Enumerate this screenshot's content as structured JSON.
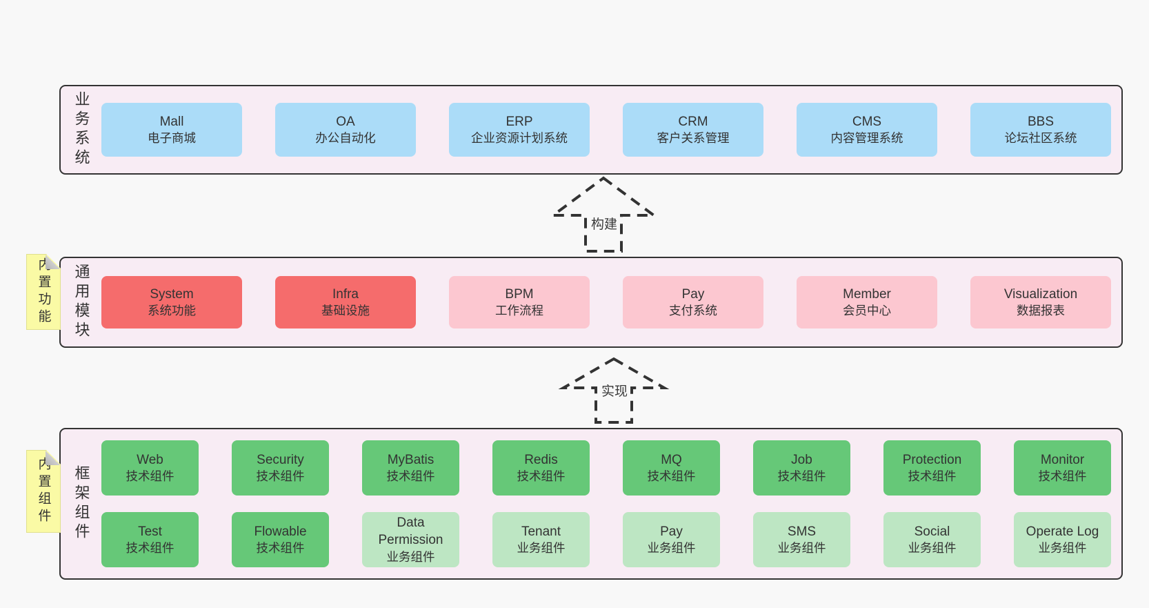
{
  "sections": {
    "business": {
      "label": "业务系统",
      "boxes": [
        {
          "name": "Mall",
          "desc": "电子商城"
        },
        {
          "name": "OA",
          "desc": "办公自动化"
        },
        {
          "name": "ERP",
          "desc": "企业资源计划系统"
        },
        {
          "name": "CRM",
          "desc": "客户关系管理"
        },
        {
          "name": "CMS",
          "desc": "内容管理系统"
        },
        {
          "name": "BBS",
          "desc": "论坛社区系统"
        }
      ]
    },
    "modules": {
      "label": "通用模块",
      "sticky": "内置功能",
      "boxes": [
        {
          "name": "System",
          "desc": "系统功能"
        },
        {
          "name": "Infra",
          "desc": "基础设施"
        },
        {
          "name": "BPM",
          "desc": "工作流程"
        },
        {
          "name": "Pay",
          "desc": "支付系统"
        },
        {
          "name": "Member",
          "desc": "会员中心"
        },
        {
          "name": "Visualization",
          "desc": "数据报表"
        }
      ]
    },
    "framework": {
      "label": "框架组件",
      "sticky": "内置组件",
      "rows": [
        [
          {
            "name": "Web",
            "desc": "技术组件"
          },
          {
            "name": "Security",
            "desc": "技术组件"
          },
          {
            "name": "MyBatis",
            "desc": "技术组件"
          },
          {
            "name": "Redis",
            "desc": "技术组件"
          },
          {
            "name": "MQ",
            "desc": "技术组件"
          },
          {
            "name": "Job",
            "desc": "技术组件"
          },
          {
            "name": "Protection",
            "desc": "技术组件"
          },
          {
            "name": "Monitor",
            "desc": "技术组件"
          }
        ],
        [
          {
            "name": "Test",
            "desc": "技术组件"
          },
          {
            "name": "Flowable",
            "desc": "技术组件"
          },
          {
            "name": "Data Permission",
            "desc": "业务组件"
          },
          {
            "name": "Tenant",
            "desc": "业务组件"
          },
          {
            "name": "Pay",
            "desc": "业务组件"
          },
          {
            "name": "SMS",
            "desc": "业务组件"
          },
          {
            "name": "Social",
            "desc": "业务组件"
          },
          {
            "name": "Operate Log",
            "desc": "业务组件"
          }
        ]
      ]
    }
  },
  "arrows": {
    "build": "构建",
    "implement": "实现"
  },
  "colors": {
    "page_bg": "#F8F8F8",
    "panel_bg": "#F8ECF4",
    "panel_border": "#333333",
    "blue_box": "#ABDCF8",
    "red_box": "#F56C6C",
    "pink_box": "#FCC7D0",
    "green_box": "#66C878",
    "light_green_box": "#BDE6C3",
    "sticky_note": "#FAFAA5",
    "arrow_dash": "#333333"
  }
}
